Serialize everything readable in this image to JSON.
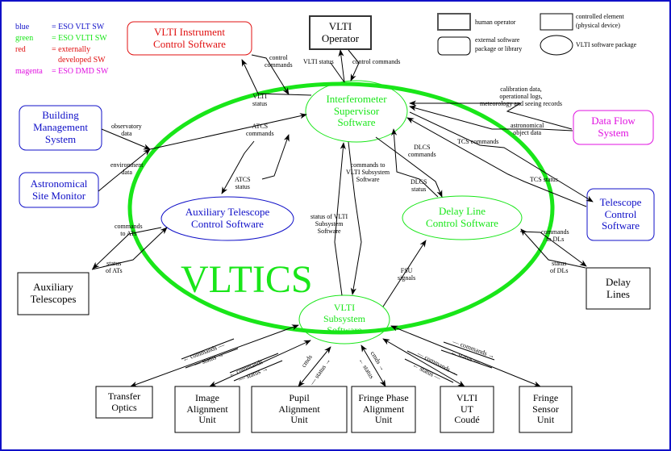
{
  "title": "VLTICS",
  "colors": {
    "blue": "#1010c8",
    "green": "#19e619",
    "red": "#e01010",
    "magenta": "#e010e0",
    "black": "#000000"
  },
  "color_legend": [
    {
      "key": "blue",
      "value": "= ESO VLT SW",
      "color": "#1010c8"
    },
    {
      "key": "green",
      "value": "= ESO VLTI SW",
      "color": "#19e619"
    },
    {
      "key": "red",
      "value": "= externally",
      "value2": "developed SW",
      "color": "#e01010"
    },
    {
      "key": "magenta",
      "value": "= ESO DMD SW",
      "color": "#e010e0"
    }
  ],
  "shape_legend": {
    "human_operator": "human operator",
    "controlled_element_1": "controlled element",
    "controlled_element_2": "(physical device)",
    "external_sw_1": "external software",
    "external_sw_2": "package or library",
    "vlti_sw_package": "VLTI software package"
  },
  "nodes": {
    "instrument": [
      "VLTI Instrument",
      "Control Software"
    ],
    "operator": [
      "VLTI",
      "Operator"
    ],
    "iss": [
      "Interferometer",
      "Supervisor",
      "Software"
    ],
    "dataflow": [
      "Data Flow",
      "System"
    ],
    "bms": [
      "Building",
      "Management",
      "System"
    ],
    "asm": [
      "Astronomical",
      "Site Monitor"
    ],
    "atcs": [
      "Auxiliary Telescope",
      "Control Software"
    ],
    "dlcs": [
      "Delay Line",
      "Control Software"
    ],
    "tcs": [
      "Telescope",
      "Control",
      "Software"
    ],
    "at": [
      "Auxiliary",
      "Telescopes"
    ],
    "dl": [
      "Delay",
      "Lines"
    ],
    "vss": [
      "VLTI",
      "Subsystem",
      "Software"
    ],
    "transfer": [
      "Transfer",
      "Optics"
    ],
    "iau": [
      "Image",
      "Alignment",
      "Unit"
    ],
    "pau": [
      "Pupil",
      "Alignment",
      "Unit"
    ],
    "fpau": [
      "Fringe Phase",
      "Alignment",
      "Unit"
    ],
    "coude": [
      "VLTI",
      "UT",
      "Coudé"
    ],
    "fsu": [
      "Fringe",
      "Sensor",
      "Unit"
    ]
  },
  "edge_labels": {
    "control_commands_instr": [
      "control",
      "commands"
    ],
    "vlti_status_instr": [
      "VLTI",
      "status"
    ],
    "vlti_status_op": [
      "VLTI status"
    ],
    "control_commands_op": [
      "control commands"
    ],
    "calibration": [
      "calibration data,",
      "operational logs,",
      "meteorology and seeing records"
    ],
    "astro_object": [
      "astronomical",
      "object data"
    ],
    "tcs_commands": [
      "TCS commands"
    ],
    "tcs_status": [
      "TCS status"
    ],
    "observatory_data": [
      "observatory",
      "data"
    ],
    "environment_data": [
      "environment",
      "data"
    ],
    "atcs_commands": [
      "ATCS",
      "commands"
    ],
    "atcs_status": [
      "ATCS",
      "status"
    ],
    "dlcs_commands": [
      "DLCS",
      "commands"
    ],
    "dlcs_status": [
      "DLCS",
      "status"
    ],
    "commands_to_vss": [
      "commands to",
      "VLTI Subsystem",
      "Software"
    ],
    "status_of_vss": [
      "status of VLTI",
      "Subsystem",
      "Software"
    ],
    "commands_to_ats": [
      "commands",
      "to ATs"
    ],
    "status_of_ats": [
      "status",
      "of ATs"
    ],
    "commands_to_dls": [
      "commands",
      "to DLs"
    ],
    "status_of_dls": [
      "status",
      "of DLs"
    ],
    "fsu_signals": [
      "FSU",
      "signals"
    ],
    "cmd_transfer": "← commands —",
    "status_transfer": "— status →",
    "cmd_iau": "← commands —",
    "status_iau": "— status →",
    "cmd_pau": "cmds",
    "status_pau": "— status →",
    "cmd_fpau": "cmds →",
    "status_fpau": "← status",
    "cmd_coude": "— commands →",
    "status_coude": "← status —",
    "cmd_fsu": "— commands →",
    "status_fsu": "← status —"
  }
}
